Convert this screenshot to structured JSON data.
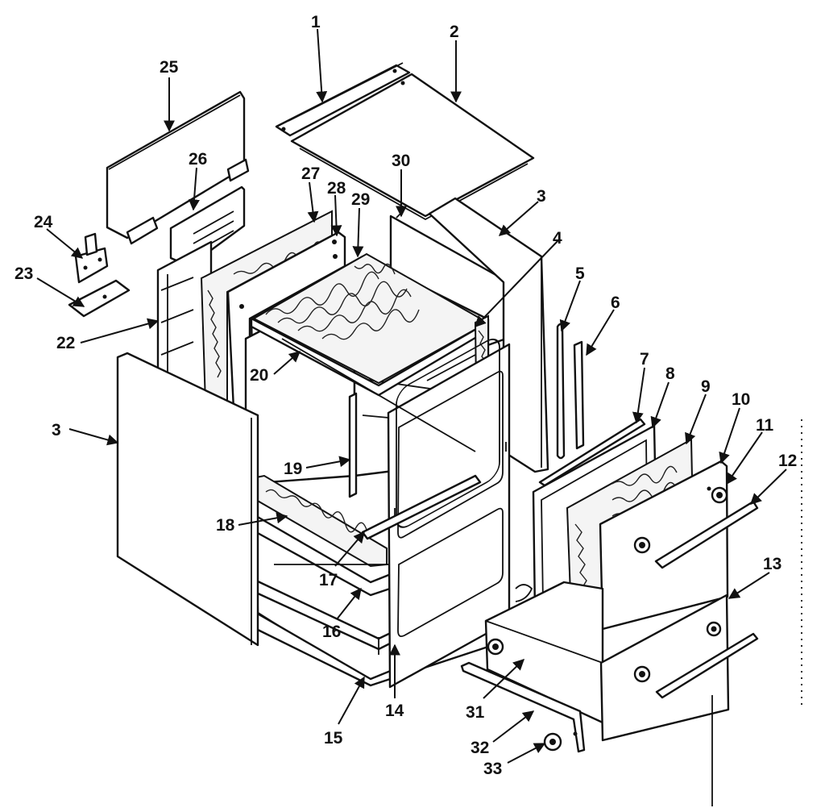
{
  "diagram": {
    "callouts": [
      {
        "id": "c1",
        "label": "1"
      },
      {
        "id": "c2",
        "label": "2"
      },
      {
        "id": "c3a",
        "label": "3"
      },
      {
        "id": "c3b",
        "label": "3"
      },
      {
        "id": "c4",
        "label": "4"
      },
      {
        "id": "c5",
        "label": "5"
      },
      {
        "id": "c6",
        "label": "6"
      },
      {
        "id": "c7",
        "label": "7"
      },
      {
        "id": "c8",
        "label": "8"
      },
      {
        "id": "c9",
        "label": "9"
      },
      {
        "id": "c10",
        "label": "10"
      },
      {
        "id": "c11",
        "label": "11"
      },
      {
        "id": "c12",
        "label": "12"
      },
      {
        "id": "c13",
        "label": "13"
      },
      {
        "id": "c14",
        "label": "14"
      },
      {
        "id": "c15",
        "label": "15"
      },
      {
        "id": "c16",
        "label": "16"
      },
      {
        "id": "c17",
        "label": "17"
      },
      {
        "id": "c18",
        "label": "18"
      },
      {
        "id": "c19",
        "label": "19"
      },
      {
        "id": "c20",
        "label": "20"
      },
      {
        "id": "c22",
        "label": "22"
      },
      {
        "id": "c23",
        "label": "23"
      },
      {
        "id": "c24",
        "label": "24"
      },
      {
        "id": "c25",
        "label": "25"
      },
      {
        "id": "c26",
        "label": "26"
      },
      {
        "id": "c27",
        "label": "27"
      },
      {
        "id": "c28",
        "label": "28"
      },
      {
        "id": "c29",
        "label": "29"
      },
      {
        "id": "c30",
        "label": "30"
      },
      {
        "id": "c31",
        "label": "31"
      },
      {
        "id": "c32",
        "label": "32"
      },
      {
        "id": "c33",
        "label": "33"
      }
    ]
  }
}
